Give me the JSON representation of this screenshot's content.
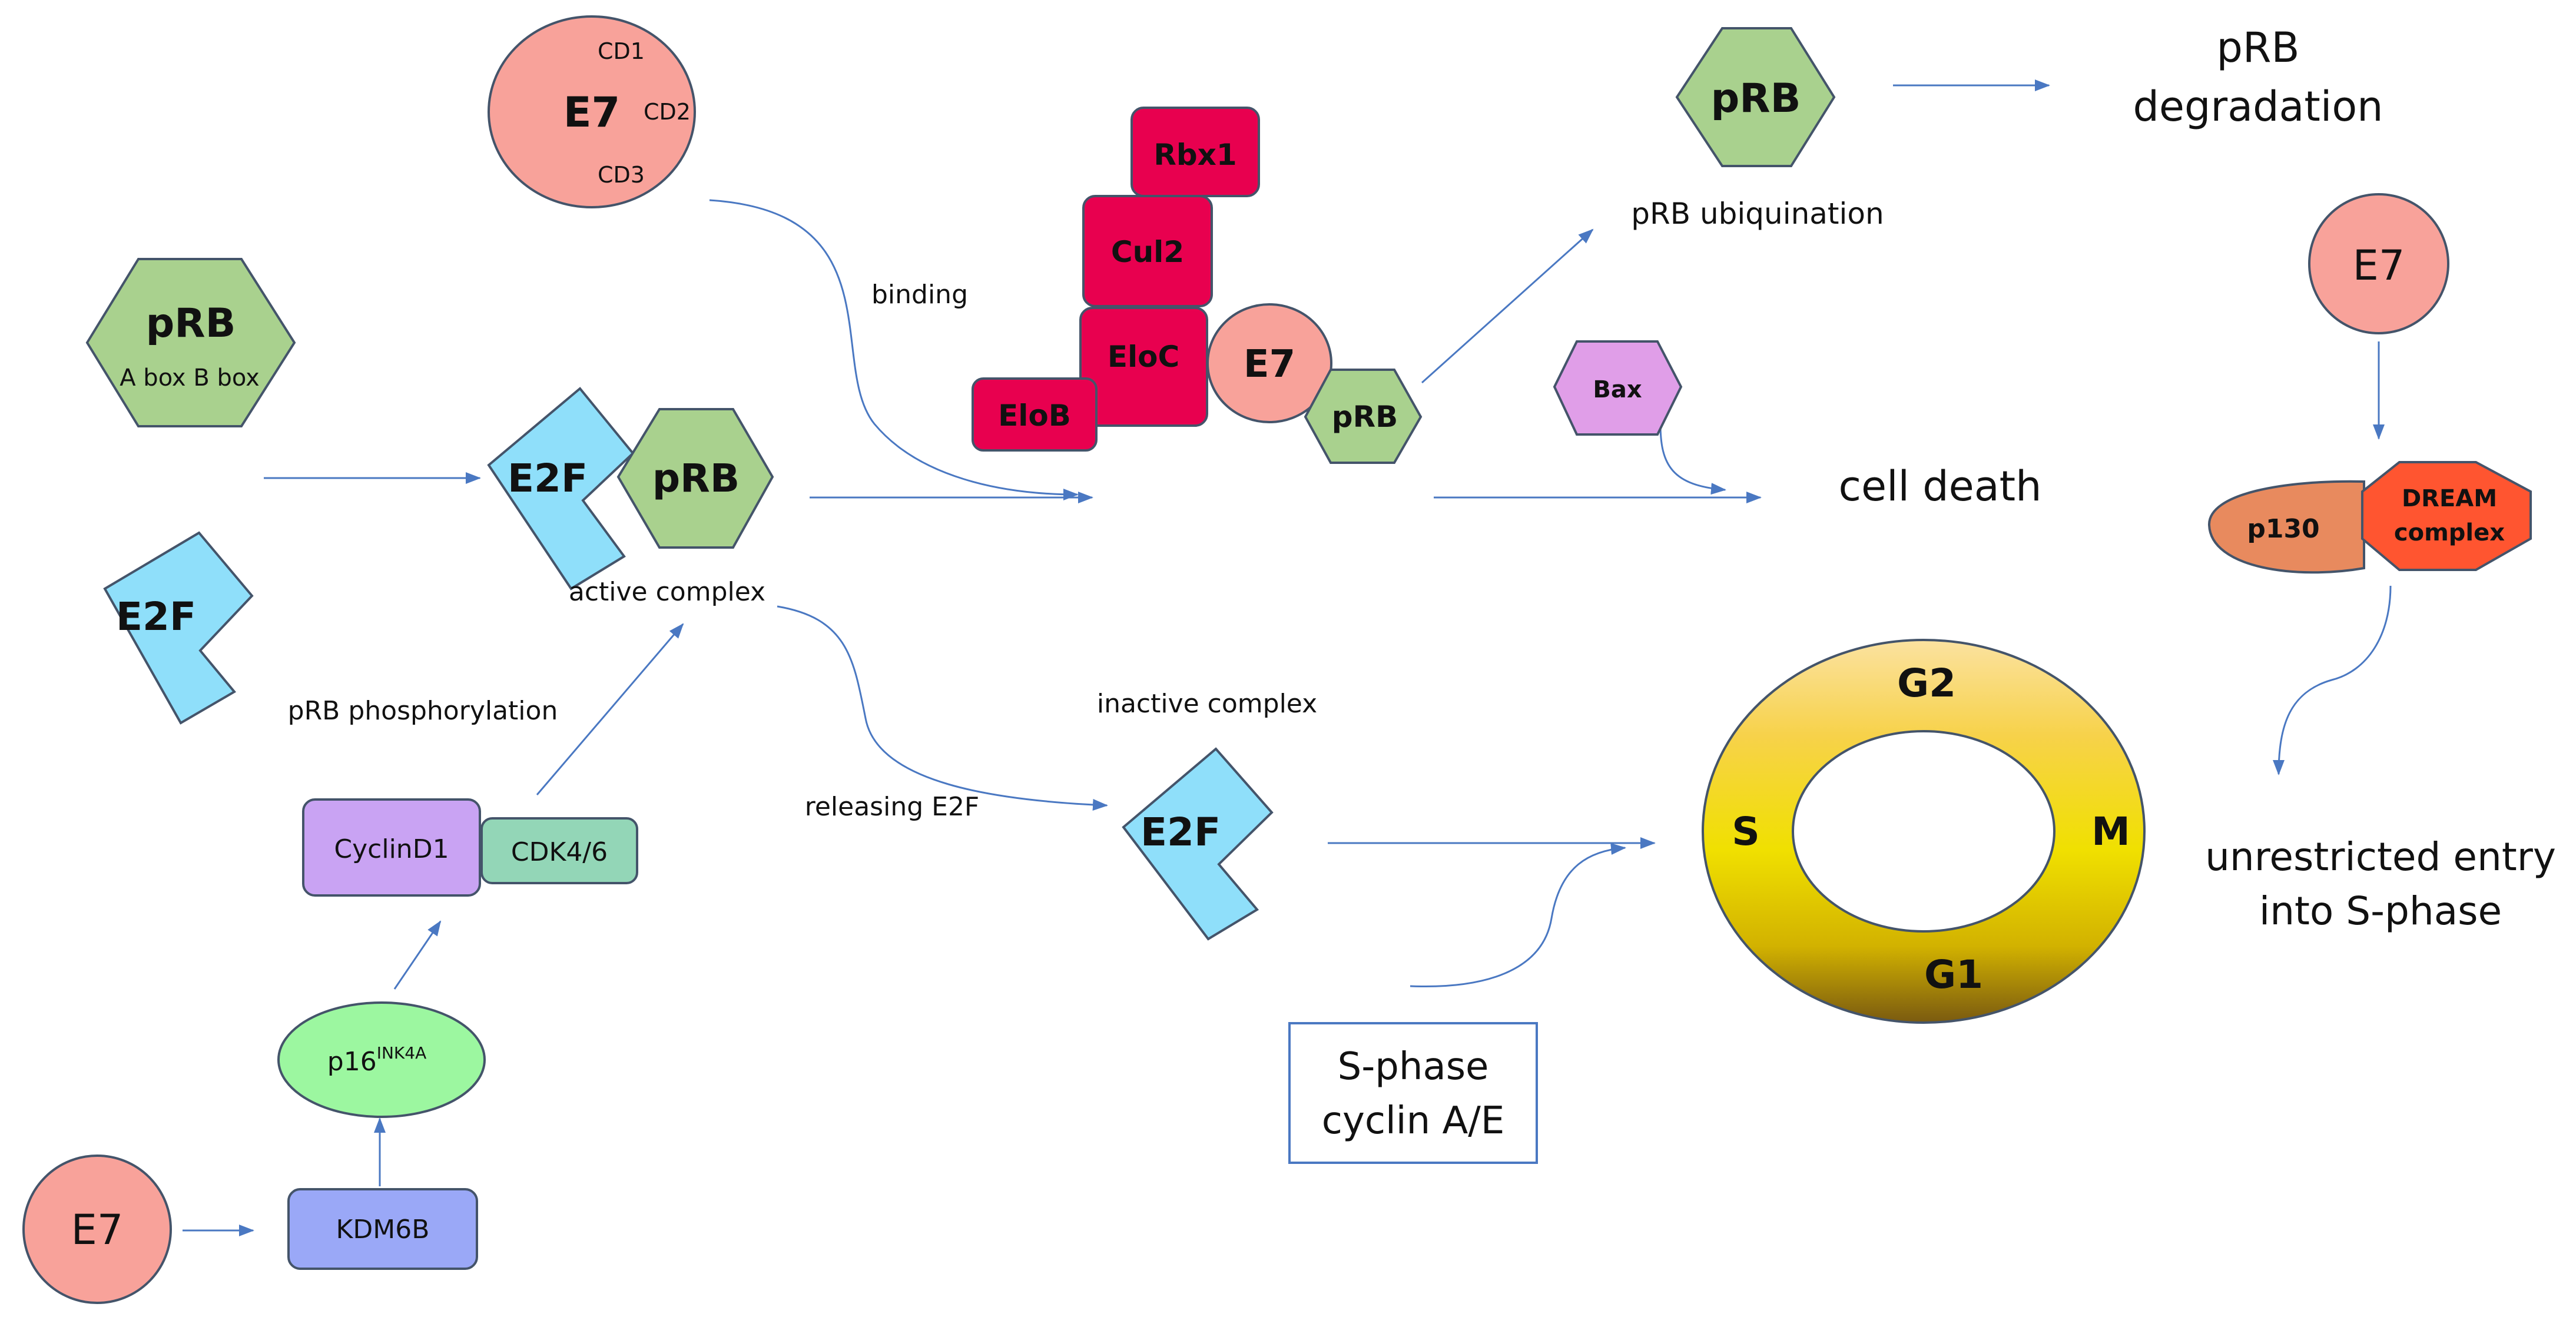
{
  "colors": {
    "pRB": "#a9d18e",
    "E7": "#f8a29a",
    "E2F": "#8fdffa",
    "complex_red": "#e8004f",
    "cyclinD1": "#c9a3f3",
    "cdk46": "#93d6b7",
    "p16": "#9cf7a0",
    "kdm6b": "#9aa8f7",
    "bax": "#e09ee8",
    "p130": "#e88a5e",
    "dream": "#ff5530",
    "arrow": "#4a78c2",
    "outline": "#44546a"
  },
  "e7_top": {
    "label": "E7",
    "cd1": "CD1",
    "cd2": "CD2",
    "cd3": "CD3"
  },
  "prb_left": {
    "label": "pRB",
    "sub": "A box B box"
  },
  "e2f_left": {
    "label": "E2F"
  },
  "active_complex": {
    "e2f": "E2F",
    "prb": "pRB",
    "caption": "active complex"
  },
  "binding_label": "binding",
  "ubiquitin_complex": {
    "rbx1": "Rbx1",
    "cul2": "Cul2",
    "eloc": "EloC",
    "elob": "EloB",
    "e7": "E7",
    "prb": "pRB"
  },
  "prb_top": {
    "label": "pRB"
  },
  "ubiquination_label": "pRB ubiquination",
  "degradation_label": [
    "pRB",
    "degradation"
  ],
  "bax": {
    "label": "Bax"
  },
  "cell_death_label": "cell death",
  "e7_right": {
    "label": "E7"
  },
  "p130": {
    "label": "p130"
  },
  "dream": {
    "label": [
      "DREAM",
      "complex"
    ]
  },
  "unrestricted_label": [
    "unrestricted entry",
    "into S-phase"
  ],
  "phosphorylation_label": "pRB phosphorylation",
  "cyclinD1": {
    "label": "CyclinD1"
  },
  "cdk46": {
    "label": "CDK4/6"
  },
  "p16": {
    "label": "p16",
    "sup": "INK4A"
  },
  "kdm6b": {
    "label": "KDM6B"
  },
  "e7_bottom": {
    "label": "E7"
  },
  "inactive_label": "inactive complex",
  "releasing_label": "releasing E2F",
  "e2f_free": {
    "label": "E2F"
  },
  "cell_cycle": {
    "g2": "G2",
    "s": "S",
    "m": "M",
    "g1": "G1"
  },
  "s_phase_box": {
    "line1": "S-phase",
    "line2": "cyclin A/E"
  }
}
